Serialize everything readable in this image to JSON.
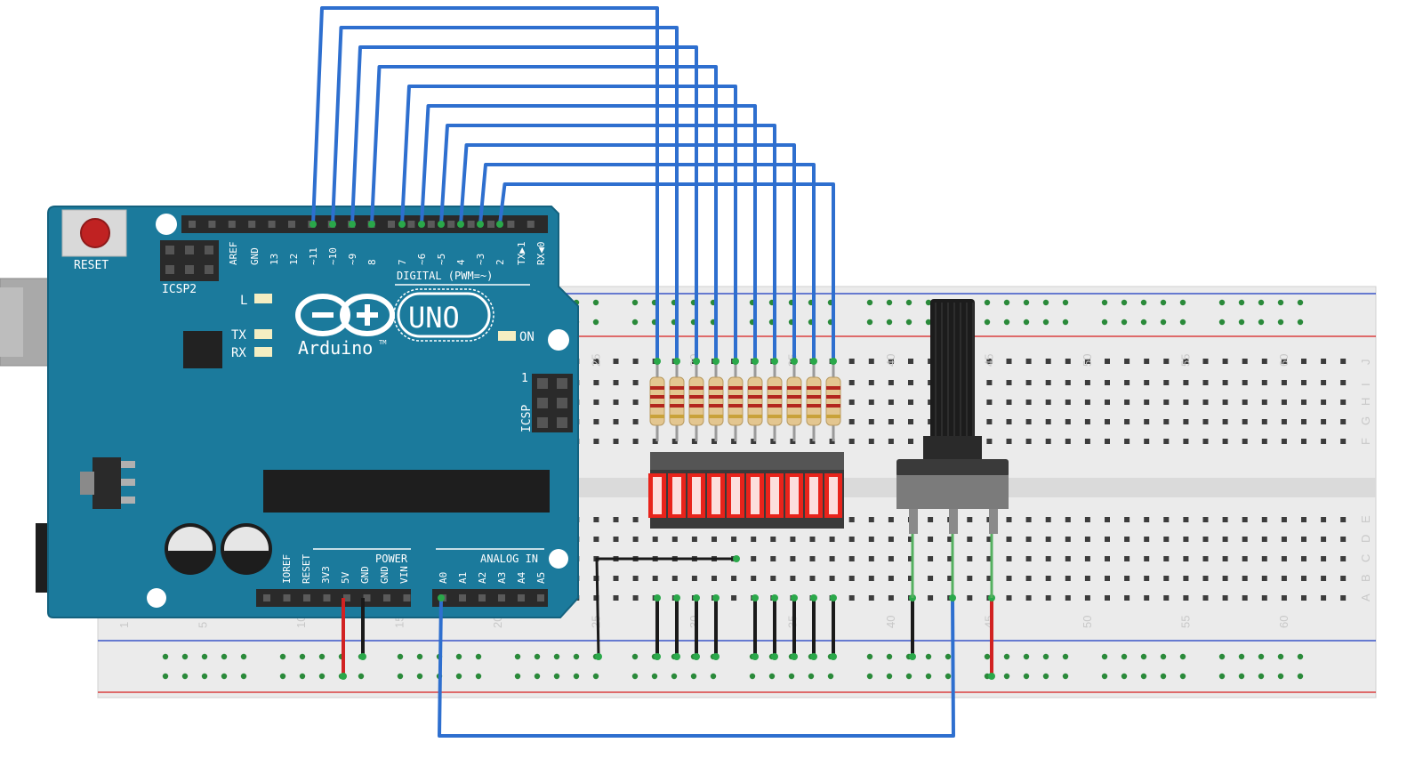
{
  "board": {
    "reset_label": "RESET",
    "icsp2_label": "ICSP2",
    "icsp_label": "ICSP",
    "icsp_pin1": "1",
    "l_label": "L",
    "tx_label": "TX",
    "rx_label": "RX",
    "on_label": "ON",
    "brand": "Arduino",
    "trademark": "TM",
    "model": "UNO",
    "digital_header_label": "DIGITAL (PWM=~)",
    "power_header_label": "POWER",
    "analog_header_label": "ANALOG IN",
    "digital_pins": [
      "AREF",
      "GND",
      "13",
      "12",
      "~11",
      "~10",
      "~9",
      "8",
      "7",
      "~6",
      "~5",
      "4",
      "~3",
      "2",
      "TX▶1",
      "RX◀0"
    ],
    "power_pins": [
      "IOREF",
      "RESET",
      "3V3",
      "5V",
      "GND",
      "GND",
      "VIN"
    ],
    "analog_pins": [
      "A0",
      "A1",
      "A2",
      "A3",
      "A4",
      "A5"
    ]
  },
  "breadboard": {
    "column_numbers": [
      "1",
      "5",
      "10",
      "15",
      "20",
      "25",
      "30",
      "35",
      "40",
      "45",
      "50",
      "55",
      "60"
    ],
    "row_letters_top": [
      "J",
      "I",
      "H",
      "G",
      "F"
    ],
    "row_letters_bottom": [
      "E",
      "D",
      "C",
      "B",
      "A"
    ]
  },
  "components": {
    "led_bar_segments": 10,
    "led_bar_color": "#e8231b",
    "resistor_count": 10,
    "resistor_color": "#e3c690",
    "potentiometer": "rotary-potentiometer"
  },
  "colors": {
    "board": "#1b7a9c",
    "wire_blue": "#2e6fcf",
    "wire_black": "#1a1a1a",
    "wire_red": "#d12222",
    "breadboard": "#ececec",
    "rail_red": "#d94040",
    "rail_blue": "#3a55c8"
  }
}
